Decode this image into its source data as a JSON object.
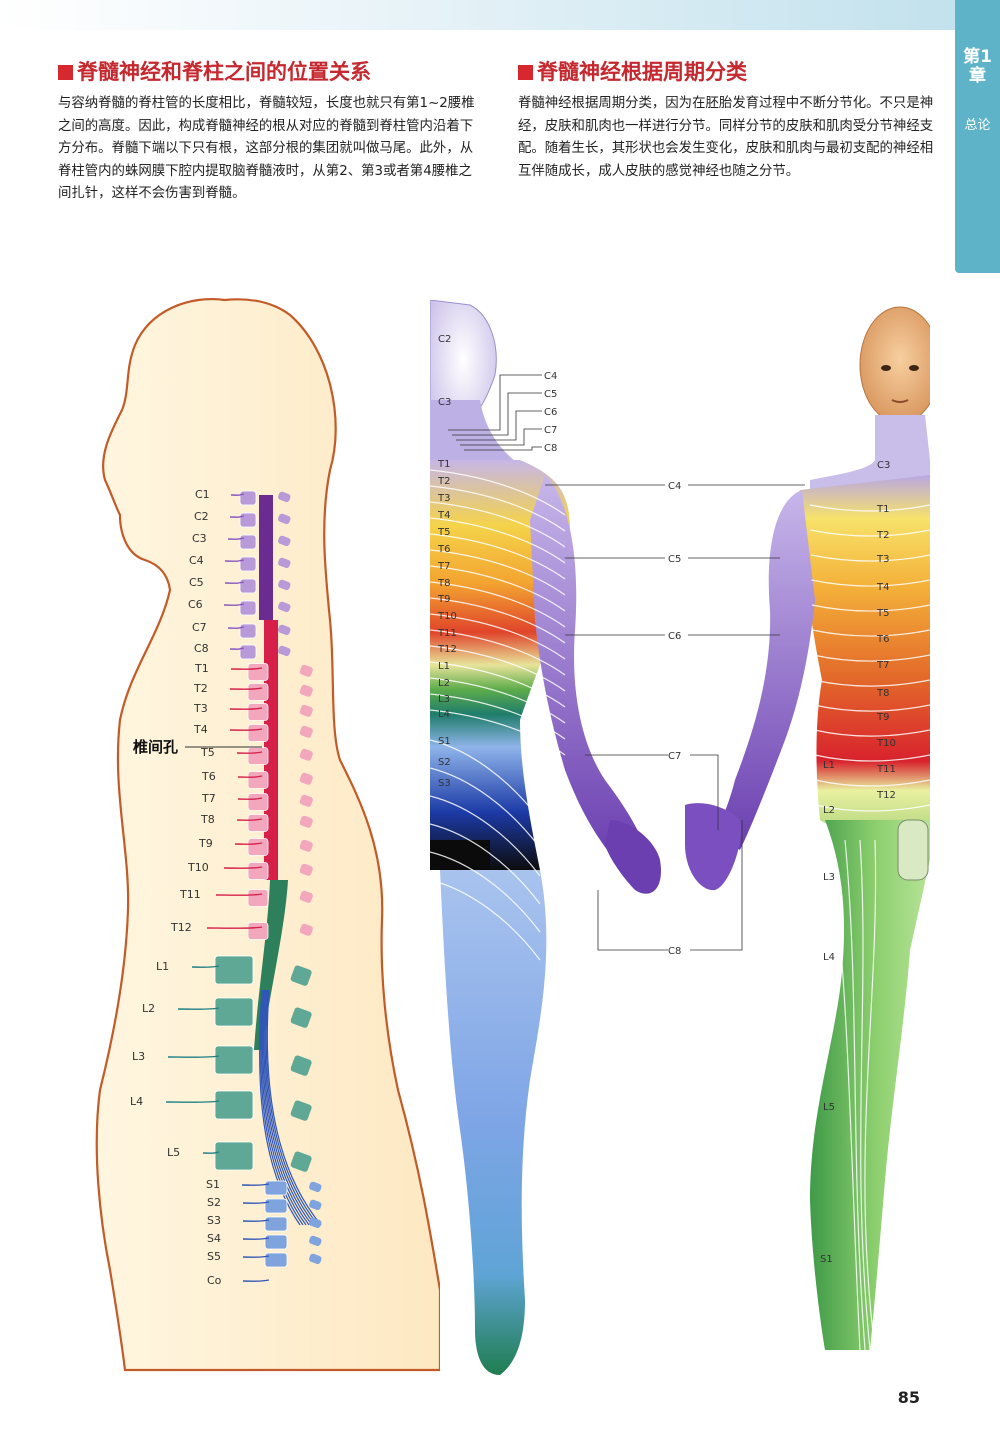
{
  "chapter": {
    "number": "第1章",
    "title": "总论"
  },
  "left_section": {
    "title": "脊髓神经和脊柱之间的位置关系",
    "body": "与容纳脊髓的脊柱管的长度相比，脊髓较短，长度也就只有第1~2腰椎之间的高度。因此，构成脊髓神经的根从对应的脊髓到脊柱管内沿着下方分布。脊髓下端以下只有根，这部分根的集团就叫做马尾。此外，从脊柱管内的蛛网膜下腔内提取脑脊髓液时，从第2、第3或者第4腰椎之间扎针，这样不会伤害到脊髓。"
  },
  "right_section": {
    "title": "脊髓神经根据周期分类",
    "body": "脊髓神经根据周期分类，因为在胚胎发育过程中不断分节化。不只是神经，皮肤和肌肉也一样进行分节。同样分节的皮肤和肌肉受分节神经支配。随着生长，其形状也会发生变化，皮肤和肌肉与最初支配的神经相互伴随成长，成人皮肤的感觉神经也随之分节。"
  },
  "spine_figure": {
    "foramen_label": "椎间孔",
    "nerve_labels": [
      "C1",
      "C2",
      "C3",
      "C4",
      "C5",
      "C6",
      "C7",
      "C8",
      "T1",
      "T2",
      "T3",
      "T4",
      "T5",
      "T6",
      "T7",
      "T8",
      "T9",
      "T10",
      "T11",
      "T12",
      "L1",
      "L2",
      "L3",
      "L4",
      "L5",
      "S1",
      "S2",
      "S3",
      "S4",
      "S5",
      "Co"
    ],
    "colors": {
      "cervical": "#b99ad9",
      "thoracic": "#f2a7bd",
      "lumbar": "#5fa896",
      "sacral": "#7fa3dc",
      "cord_cervical": "#6a2c91",
      "cord_thoracic": "#d6204a",
      "cord_lumbar": "#2e7f5c",
      "cord_sacral": "#3056b8"
    }
  },
  "dermatome_figure": {
    "back_labels": [
      "C2",
      "C3",
      "T1",
      "T2",
      "T3",
      "T4",
      "T5",
      "T6",
      "T7",
      "T8",
      "T9",
      "T10",
      "T11",
      "T12",
      "L1",
      "L2",
      "L3",
      "L4",
      "S1",
      "S2",
      "S3"
    ],
    "front_labels": [
      "C3",
      "T1",
      "T2",
      "T3",
      "T4",
      "T5",
      "T6",
      "T7",
      "T8",
      "T9",
      "T10",
      "T11",
      "T12",
      "L1",
      "L2",
      "L3",
      "L4",
      "L5",
      "S1"
    ],
    "callouts": [
      "C4",
      "C5",
      "C6",
      "C7",
      "C8"
    ],
    "arm_callouts": [
      "C4",
      "C5",
      "C6",
      "C7",
      "C8"
    ],
    "colors": {
      "cervical": "#a998dd",
      "thoracic_top": "#f4d34a",
      "thoracic_mid": "#f09a2c",
      "thoracic_low": "#e1432a",
      "lumbar_top": "#e6e79a",
      "lumbar": "#5cab4a",
      "sacral": "#8db0e6",
      "sacral_dark": "#1c3aa6",
      "skin": "#f3c08f"
    }
  },
  "page_number": "85"
}
